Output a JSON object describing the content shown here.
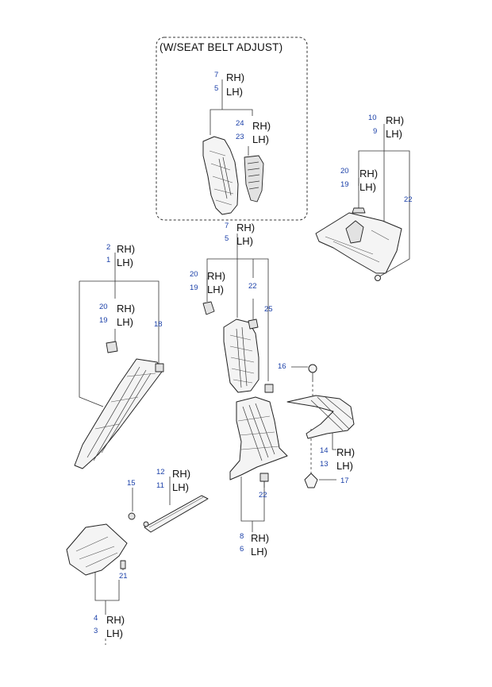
{
  "title": "(W/SEAT BELT ADJUST)",
  "colors": {
    "number": "#1a3fa8",
    "text": "#111111",
    "line": "#333333"
  },
  "callouts": [
    {
      "id": "c7a",
      "num": "7",
      "side": "RH)"
    },
    {
      "id": "c5a",
      "num": "5",
      "side": "LH)"
    },
    {
      "id": "c24",
      "num": "24",
      "side": "RH)"
    },
    {
      "id": "c23",
      "num": "23",
      "side": "LH)"
    },
    {
      "id": "c10",
      "num": "10",
      "side": "RH)"
    },
    {
      "id": "c9",
      "num": "9",
      "side": "LH)"
    },
    {
      "id": "c20a",
      "num": "20",
      "side": "RH)"
    },
    {
      "id": "c19a",
      "num": "19",
      "side": "LH)"
    },
    {
      "id": "c22a",
      "num": "22",
      "side": ""
    },
    {
      "id": "c7b",
      "num": "7",
      "side": "RH)"
    },
    {
      "id": "c5b",
      "num": "5",
      "side": "LH)"
    },
    {
      "id": "c2",
      "num": "2",
      "side": "RH)"
    },
    {
      "id": "c1",
      "num": "1",
      "side": "LH)"
    },
    {
      "id": "c20b",
      "num": "20",
      "side": "RH)"
    },
    {
      "id": "c19b",
      "num": "19",
      "side": "LH)"
    },
    {
      "id": "c22b",
      "num": "22",
      "side": ""
    },
    {
      "id": "c25",
      "num": "25",
      "side": ""
    },
    {
      "id": "c20c",
      "num": "20",
      "side": "RH)"
    },
    {
      "id": "c19c",
      "num": "19",
      "side": "LH)"
    },
    {
      "id": "c18",
      "num": "18",
      "side": ""
    },
    {
      "id": "c16",
      "num": "16",
      "side": ""
    },
    {
      "id": "c14",
      "num": "14",
      "side": "RH)"
    },
    {
      "id": "c13",
      "num": "13",
      "side": "LH)"
    },
    {
      "id": "c17",
      "num": "17",
      "side": ""
    },
    {
      "id": "c12",
      "num": "12",
      "side": "RH)"
    },
    {
      "id": "c11",
      "num": "11",
      "side": "LH)"
    },
    {
      "id": "c15",
      "num": "15",
      "side": ""
    },
    {
      "id": "c22c",
      "num": "22",
      "side": ""
    },
    {
      "id": "c8",
      "num": "8",
      "side": "RH)"
    },
    {
      "id": "c6",
      "num": "6",
      "side": "LH)"
    },
    {
      "id": "c21",
      "num": "21",
      "side": ""
    },
    {
      "id": "c4",
      "num": "4",
      "side": "RH)"
    },
    {
      "id": "c3",
      "num": "3",
      "side": "LH)"
    }
  ]
}
